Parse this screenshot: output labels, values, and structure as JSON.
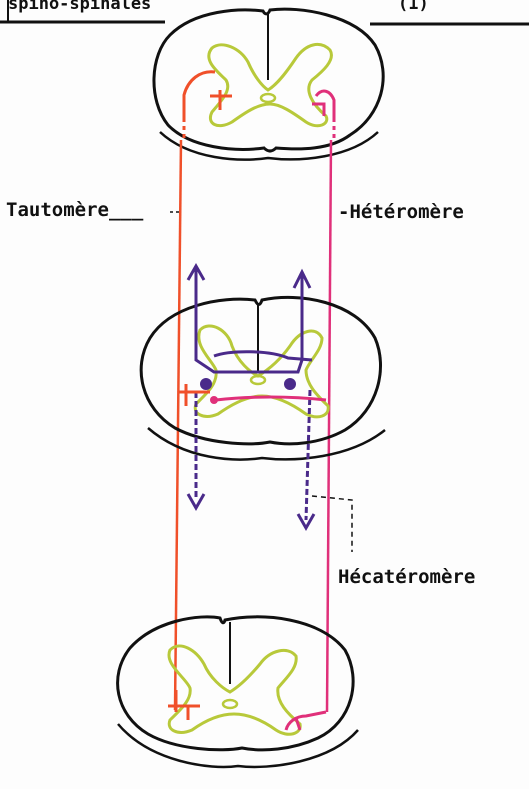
{
  "header": {
    "title": "spino-spinales",
    "number": "(1)"
  },
  "labels": {
    "tautomere": "Tautomère___",
    "heteromere": "-Hétéromère",
    "hecateromere": "Hécatéromère"
  },
  "colors": {
    "outline": "#111111",
    "gray_matter": "#b8c93a",
    "tautomere_neuron": "#f0502a",
    "heteromere_neuron": "#e0307a",
    "ascending_axon": "#4a2a8a",
    "background": "#fdfdfd"
  }
}
